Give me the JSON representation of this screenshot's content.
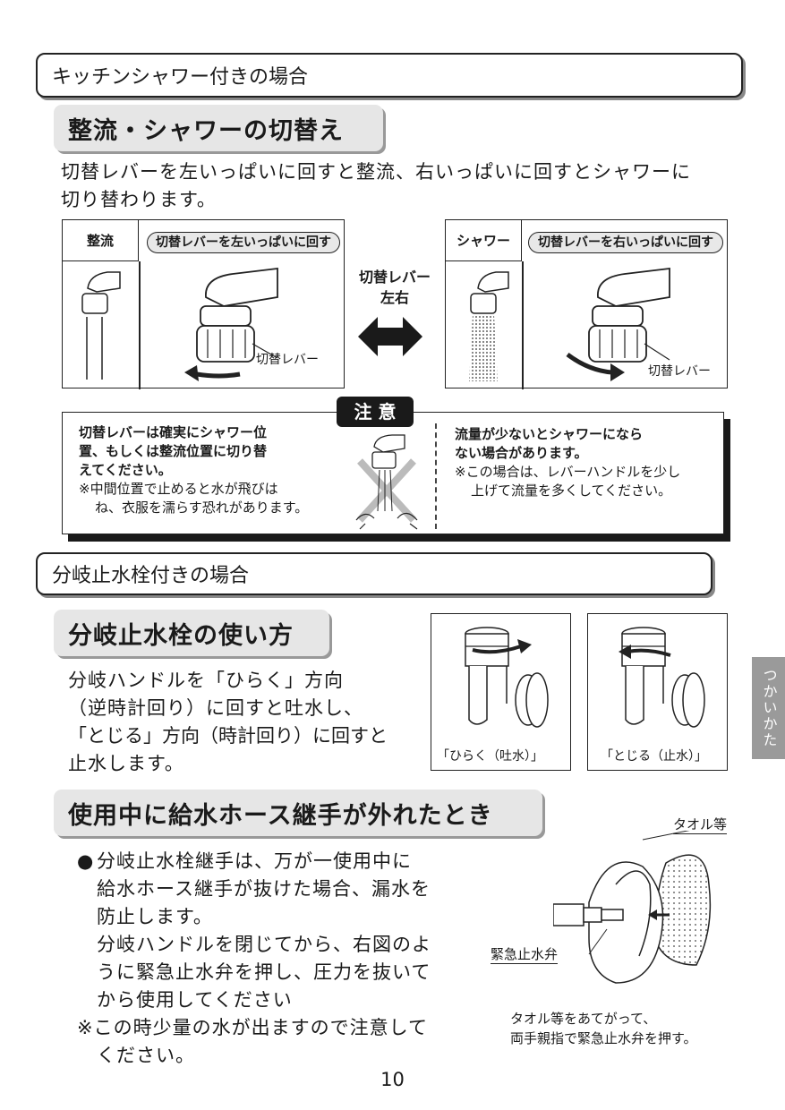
{
  "section1": {
    "title": "キッチンシャワー付きの場合"
  },
  "heading1": "整流・シャワーの切替え",
  "intro": {
    "line1": "切替レバーを左いっぱいに回すと整流、右いっぱいに回すとシャワーに",
    "line2": "切り替わります。"
  },
  "switch_diagram": {
    "left": {
      "label": "整流",
      "instruction": "切替レバーを左いっぱいに回す",
      "lever_label": "切替レバー"
    },
    "center": {
      "line1": "切替レバー",
      "line2": "左右"
    },
    "right": {
      "label": "シャワー",
      "instruction": "切替レバーを右いっぱいに回す",
      "lever_label": "切替レバー"
    }
  },
  "caution": {
    "badge": "注 意",
    "left_bold": [
      "切替レバーは確実にシャワー位",
      "置、もしくは整流位置に切り替",
      "えてください。"
    ],
    "left_note": [
      "※中間位置で止めると水が飛びは",
      "ね、衣服を濡らす恐れがあります。"
    ],
    "right_bold": [
      "流量が少ないとシャワーになら",
      "ない場合があります。"
    ],
    "right_note": [
      "※この場合は、レバーハンドルを少し",
      "上げて流量を多くしてください。"
    ]
  },
  "section2": {
    "title": "分岐止水栓付きの場合"
  },
  "heading2": "分岐止水栓の使い方",
  "valve_usage": {
    "lines": [
      "分岐ハンドルを「ひらく」方向",
      "（逆時計回り）に回すと吐水し、",
      "「とじる」方向（時計回り）に回すと",
      "止水します。"
    ],
    "open_caption": "「ひらく（吐水）」",
    "close_caption": "「とじる（止水）」"
  },
  "side_tab": "つかいかた",
  "heading3": "使用中に給水ホース継手が外れたとき",
  "hose_detach": {
    "bullet": "●",
    "lines": [
      "分岐止水栓継手は、万が一使用中に",
      "給水ホース継手が抜けた場合、漏水を",
      "防止します。",
      "分岐ハンドルを閉じてから、右図のよ",
      "うに緊急止水弁を押し、圧力を抜いて",
      "から使用してください"
    ],
    "note1": "※この時少量の水が出ますので注意して",
    "note2": "ください。",
    "fig_towel": "タオル等",
    "fig_valve": "緊急止水弁",
    "fig_caption1": "タオル等をあてがって、",
    "fig_caption2": "両手親指で緊急止水弁を押す。"
  },
  "page_number": "10"
}
